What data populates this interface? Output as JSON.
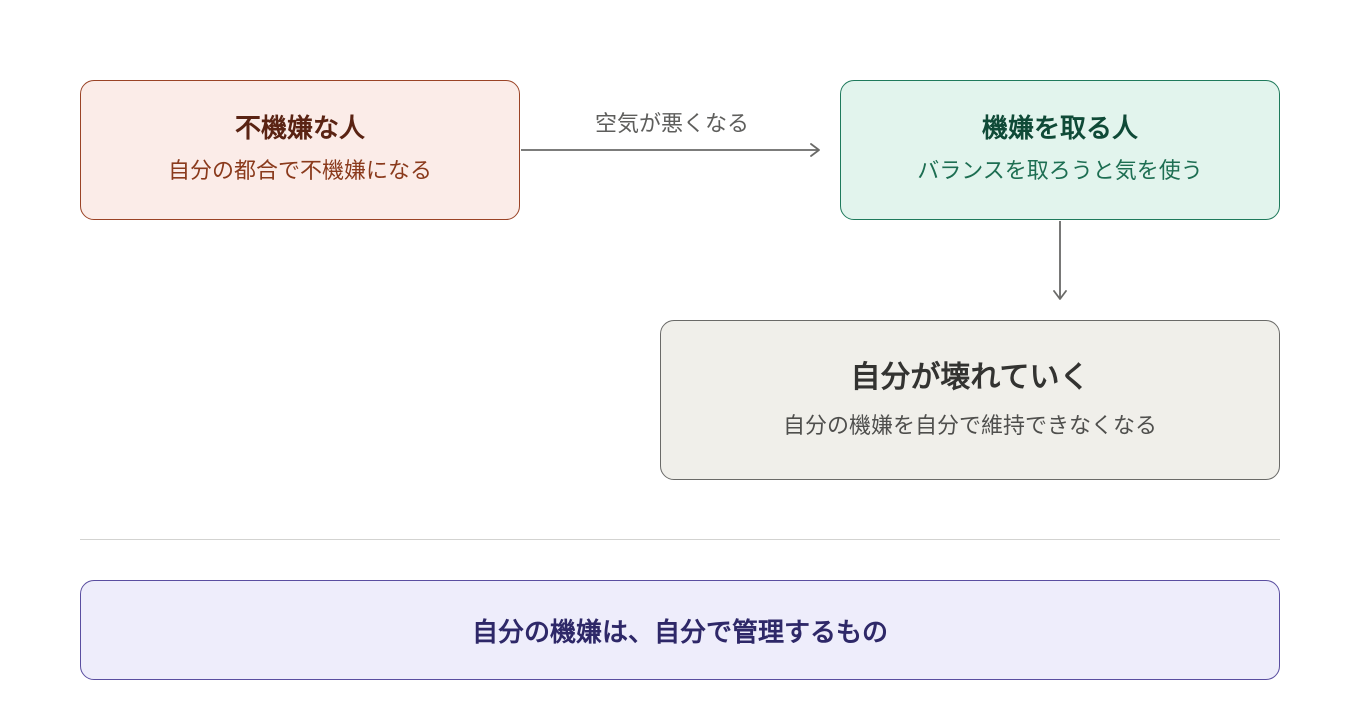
{
  "nodes": {
    "moody_person": {
      "title": "不機嫌な人",
      "subtitle": "自分の都合で不機嫌になる"
    },
    "mood_keeper": {
      "title": "機嫌を取る人",
      "subtitle": "バランスを取ろうと気を使う"
    },
    "breakdown": {
      "title": "自分が壊れていく",
      "subtitle": "自分の機嫌を自分で維持できなくなる"
    }
  },
  "edges": {
    "a_to_b_label": "空気が悪くなる"
  },
  "conclusion": {
    "text": "自分の機嫌は、自分で管理するもの"
  },
  "colors": {
    "moody_fill": "#fbece8",
    "moody_stroke": "#9a4326",
    "keeper_fill": "#e2f4ed",
    "keeper_stroke": "#1f7a5c",
    "breakdown_fill": "#f0efea",
    "breakdown_stroke": "#6a6a68",
    "conclusion_fill": "#eeedfb",
    "conclusion_stroke": "#5a4ea0",
    "arrow": "#6a6a68"
  }
}
